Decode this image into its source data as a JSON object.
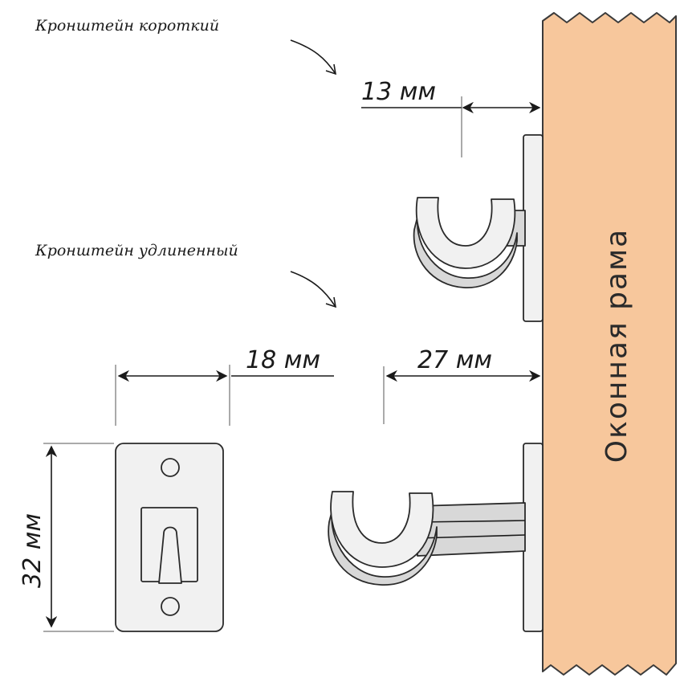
{
  "labels": {
    "short_bracket": "Кронштейн короткий",
    "long_bracket": "Кронштейн удлиненный",
    "window_frame": "Оконная рама"
  },
  "dimensions": {
    "short_depth": "13 мм",
    "plate_width": "18 мм",
    "long_depth": "27 мм",
    "plate_height": "32 мм"
  },
  "colors": {
    "frame_fill": "#f7c79c",
    "frame_stroke": "#3a3a3a",
    "part_fill": "#f1f1f1"
  }
}
